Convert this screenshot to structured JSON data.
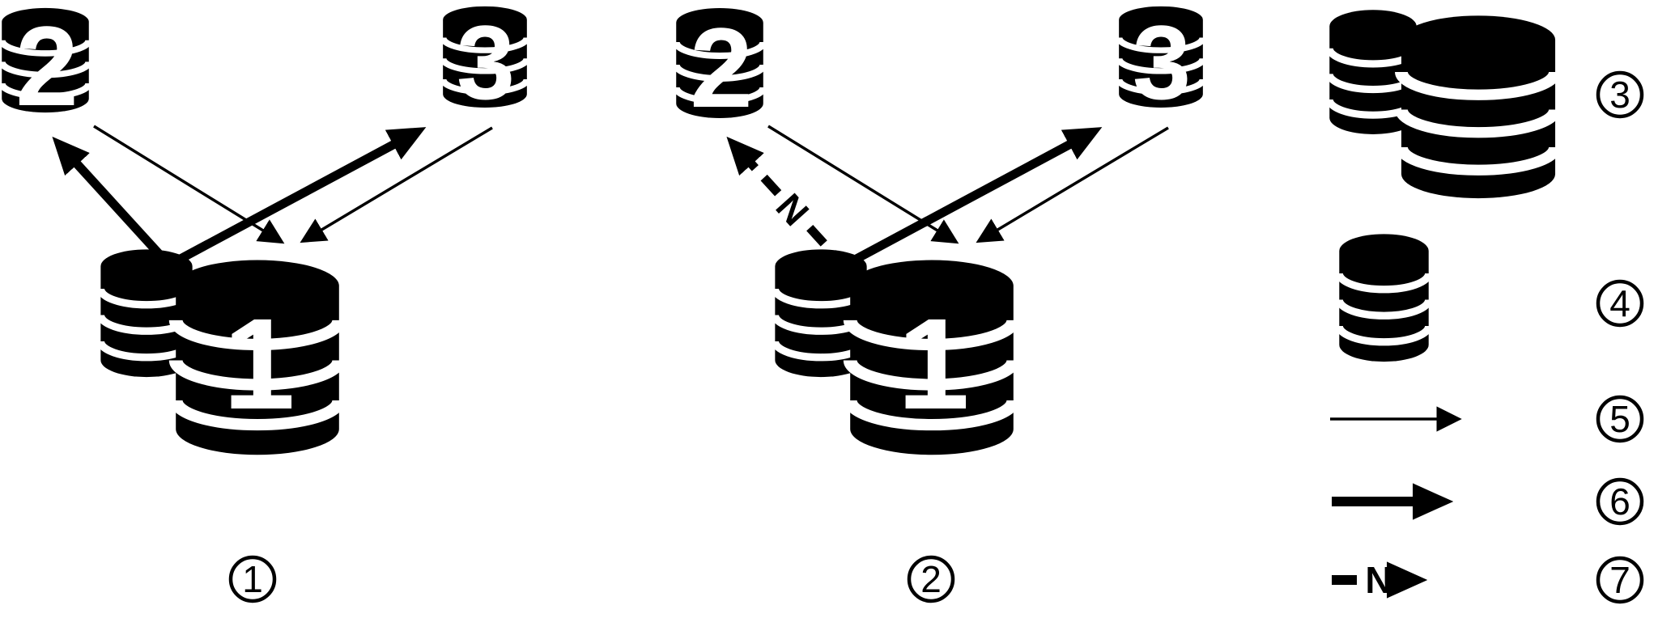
{
  "diagram": {
    "panel1": {
      "caption": "1",
      "db_top_left_label": "2",
      "db_top_right_label": "3",
      "db_main_label": "1"
    },
    "panel2": {
      "caption": "2",
      "db_top_left_label": "2",
      "db_top_right_label": "3",
      "db_main_label": "1",
      "dashed_arrow_label": "N"
    },
    "legend": {
      "items": [
        {
          "symbol": "database-pair-icon",
          "number": "3"
        },
        {
          "symbol": "database-single-icon",
          "number": "4"
        },
        {
          "symbol": "thin-arrow-icon",
          "number": "5"
        },
        {
          "symbol": "thick-arrow-icon",
          "number": "6"
        },
        {
          "symbol": "dashed-n-arrow-icon",
          "number": "7",
          "label": "N"
        }
      ]
    },
    "colors": {
      "foreground": "#000000",
      "background": "#ffffff"
    }
  }
}
